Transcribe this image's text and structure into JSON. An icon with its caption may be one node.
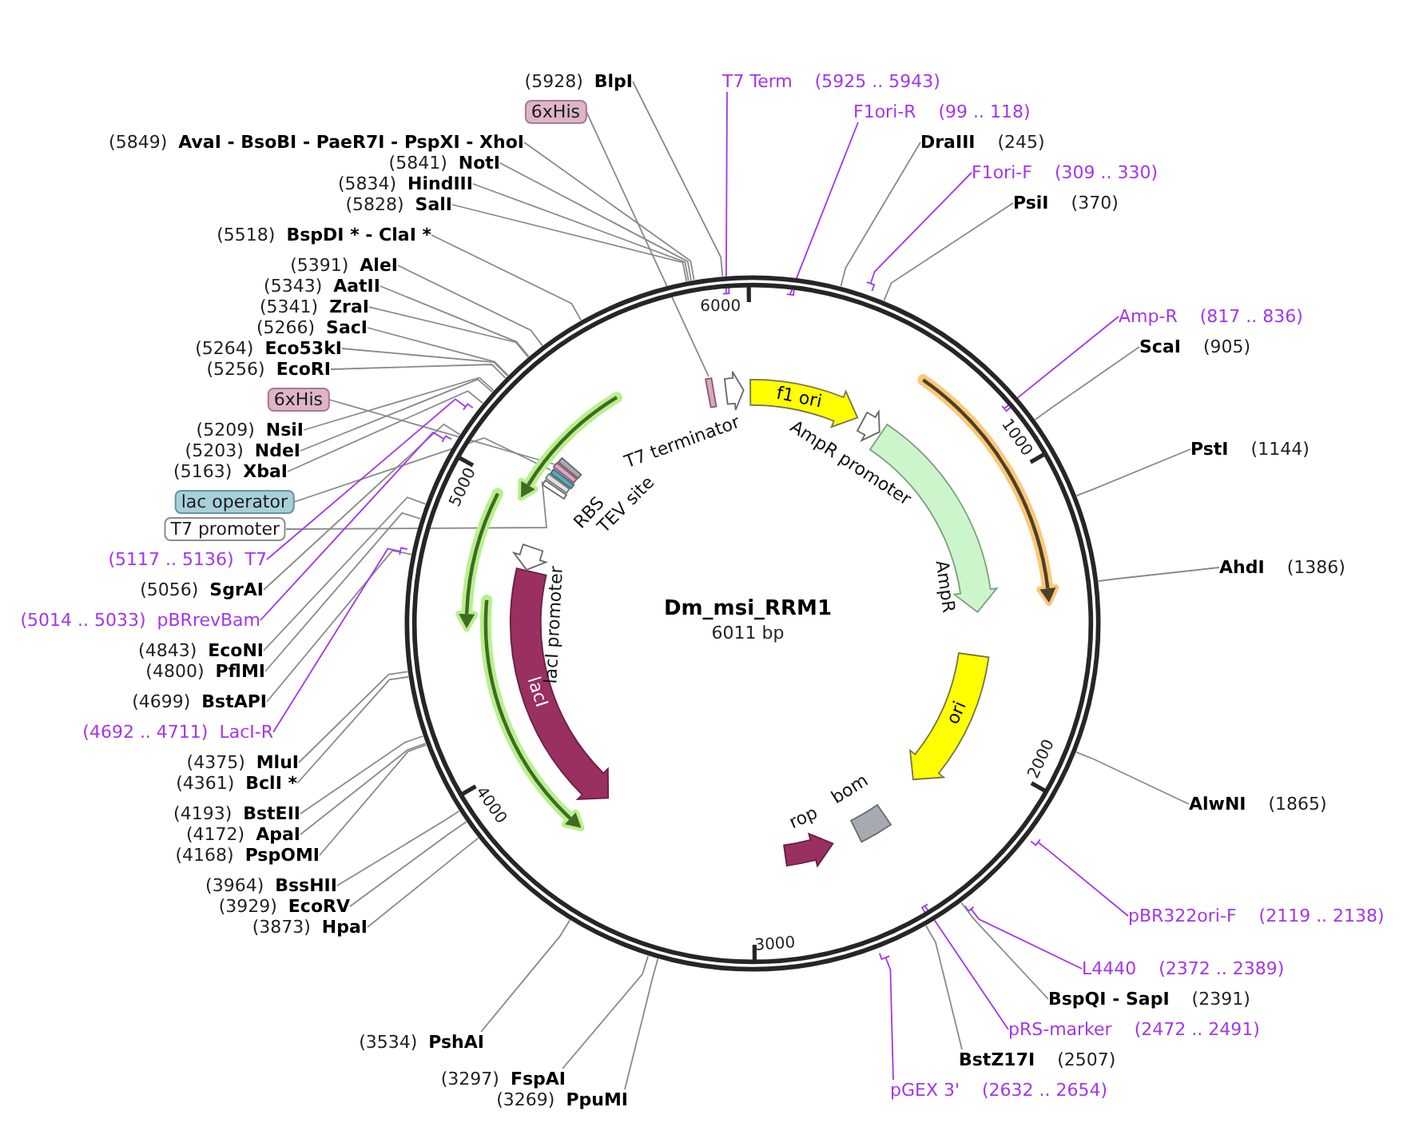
{
  "diagram": {
    "nodes": [
      {
        "text": [
          "Dm_msi_RRM1",
          "6011 bp"
        ]
      },
      {
        "text": [
          "f1 ori"
        ],
        "in": 0
      },
      {
        "text": [],
        "shape": "arrow",
        "beside": [
          "AmpR promoter"
        ],
        "in": 0
      },
      {
        "text": [],
        "shape": "arrow",
        "beside": [
          "AmpR"
        ],
        "in": 0
      },
      {
        "text": [
          "ori"
        ],
        "in": 0
      },
      {
        "text": [],
        "shape": "box",
        "beside": [
          "bom"
        ],
        "in": 0
      },
      {
        "text": [],
        "shape": "arrow",
        "beside": [
          "rop"
        ],
        "in": 0
      },
      {
        "text": [
          "lacI"
        ],
        "in": 0
      },
      {
        "text": [],
        "shape": "arrow",
        "beside": [
          "lacI promoter"
        ],
        "in": 0
      },
      {
        "text": [],
        "shape": "bar",
        "in": 0
      },
      {
        "text": [],
        "shape": "arrow",
        "beside": [
          "T7 terminator"
        ],
        "in": 0
      },
      {
        "text": [],
        "shape": "bar",
        "in": 0
      },
      {
        "text": [],
        "shape": "bar",
        "beside": [
          "TEV site"
        ],
        "in": 0
      },
      {
        "text": [],
        "shape": "bar",
        "beside": [
          "RBS"
        ],
        "in": 0
      },
      {
        "text": [],
        "shape": "bar",
        "in": 0
      },
      {
        "text": [],
        "shape": "bar",
        "in": 0
      },
      {
        "text": [
          "(5928)",
          "BlpI"
        ]
      },
      {
        "text": [
          "6xHis"
        ]
      },
      {
        "text": [
          "(5849)",
          "AvaI - BsoBI - PaeR7I - PspXI - XhoI"
        ]
      },
      {
        "text": [
          "(5841)",
          "NotI"
        ]
      },
      {
        "text": [
          "(5834)",
          "HindIII"
        ]
      },
      {
        "text": [
          "(5828)",
          "SalI"
        ]
      },
      {
        "text": [
          "(5518)",
          "BspDI * - ClaI *"
        ]
      },
      {
        "text": [
          "(5391)",
          "AleI"
        ]
      },
      {
        "text": [
          "(5343)",
          "AatII"
        ]
      },
      {
        "text": [
          "(5341)",
          "ZraI"
        ]
      },
      {
        "text": [
          "(5266)",
          "SacI"
        ]
      },
      {
        "text": [
          "(5264)",
          "Eco53kI"
        ]
      },
      {
        "text": [
          "(5256)",
          "EcoRI"
        ]
      },
      {
        "text": [
          "6xHis"
        ]
      },
      {
        "text": [
          "(5209)",
          "NsiI"
        ]
      },
      {
        "text": [
          "(5203)",
          "NdeI"
        ]
      },
      {
        "text": [
          "(5163)",
          "XbaI"
        ]
      },
      {
        "text": [
          "lac operator"
        ]
      },
      {
        "text": [
          "T7 promoter"
        ]
      },
      {
        "text": [
          "(5117 .. 5136)",
          "T7"
        ]
      },
      {
        "text": [
          "(5056)",
          "SgrAI"
        ]
      },
      {
        "text": [
          "(5014 .. 5033)",
          "pBRrevBam"
        ]
      },
      {
        "text": [
          "(4843)",
          "EcoNI"
        ]
      },
      {
        "text": [
          "(4800)",
          "PflMI"
        ]
      },
      {
        "text": [
          "(4699)",
          "BstAPI"
        ]
      },
      {
        "text": [
          "(4692 .. 4711)",
          "LacI-R"
        ]
      },
      {
        "text": [
          "(4375)",
          "MluI"
        ]
      },
      {
        "text": [
          "(4361)",
          "BclI *"
        ]
      },
      {
        "text": [
          "(4193)",
          "BstEII"
        ]
      },
      {
        "text": [
          "(4172)",
          "ApaI"
        ]
      },
      {
        "text": [
          "(4168)",
          "PspOMI"
        ]
      },
      {
        "text": [
          "(3964)",
          "BssHII"
        ]
      },
      {
        "text": [
          "(3929)",
          "EcoRV"
        ]
      },
      {
        "text": [
          "(3873)",
          "HpaI"
        ]
      },
      {
        "text": [
          "(3534)",
          "PshAI"
        ]
      },
      {
        "text": [
          "(3297)",
          "FspAI"
        ]
      },
      {
        "text": [
          "(3269)",
          "PpuMI"
        ]
      },
      {
        "text": [
          "T7 Term",
          "(5925 .. 5943)"
        ]
      },
      {
        "text": [
          "F1ori-R",
          "(99 .. 118)"
        ]
      },
      {
        "text": [
          "DraIII",
          "(245)"
        ]
      },
      {
        "text": [
          "F1ori-F",
          "(309 .. 330)"
        ]
      },
      {
        "text": [
          "PsiI",
          "(370)"
        ]
      },
      {
        "text": [
          "Amp-R",
          "(817 .. 836)"
        ]
      },
      {
        "text": [
          "ScaI",
          "(905)"
        ]
      },
      {
        "text": [
          "PstI",
          "(1144)"
        ]
      },
      {
        "text": [
          "AhdI",
          "(1386)"
        ]
      },
      {
        "text": [
          "AlwNI",
          "(1865)"
        ]
      },
      {
        "text": [
          "pBR322ori-F",
          "(2119 .. 2138)"
        ]
      },
      {
        "text": [
          "L4440",
          "(2372 .. 2389)"
        ]
      },
      {
        "text": [
          "BspQI - SapI",
          "(2391)"
        ]
      },
      {
        "text": [
          "pRS-marker",
          "(2472 .. 2491)"
        ]
      },
      {
        "text": [
          "BstZ17I",
          "(2507)"
        ]
      },
      {
        "text": [
          "pGEX 3'",
          "(2632 .. 2654)"
        ]
      }
    ],
    "edges": [
      {
        "from": 16,
        "to": 0,
        "arrow": "none"
      },
      {
        "from": 17,
        "to": 9,
        "arrow": "none"
      },
      {
        "from": 18,
        "to": 0,
        "arrow": "none"
      },
      {
        "from": 19,
        "to": 0,
        "arrow": "none"
      },
      {
        "from": 20,
        "to": 0,
        "arrow": "none"
      },
      {
        "from": 21,
        "to": 0,
        "arrow": "none"
      },
      {
        "from": 22,
        "to": 0,
        "arrow": "none"
      },
      {
        "from": 23,
        "to": 0,
        "arrow": "none"
      },
      {
        "from": 24,
        "to": 0,
        "arrow": "none"
      },
      {
        "from": 25,
        "to": 0,
        "arrow": "none"
      },
      {
        "from": 26,
        "to": 0,
        "arrow": "none"
      },
      {
        "from": 27,
        "to": 0,
        "arrow": "none"
      },
      {
        "from": 28,
        "to": 0,
        "arrow": "none"
      },
      {
        "from": 29,
        "to": 11,
        "arrow": "none"
      },
      {
        "from": 30,
        "to": 0,
        "arrow": "none"
      },
      {
        "from": 31,
        "to": 0,
        "arrow": "none"
      },
      {
        "from": 32,
        "to": 0,
        "arrow": "none"
      },
      {
        "from": 33,
        "to": 14,
        "arrow": "none"
      },
      {
        "from": 34,
        "to": 15,
        "arrow": "none"
      },
      {
        "from": 35,
        "to": 0,
        "arrow": "none",
        "color": "#a335ee"
      },
      {
        "from": 36,
        "to": 0,
        "arrow": "none"
      },
      {
        "from": 37,
        "to": 0,
        "arrow": "none",
        "color": "#a335ee"
      },
      {
        "from": 38,
        "to": 0,
        "arrow": "none"
      },
      {
        "from": 39,
        "to": 0,
        "arrow": "none"
      },
      {
        "from": 40,
        "to": 0,
        "arrow": "none"
      },
      {
        "from": 41,
        "to": 0,
        "arrow": "none",
        "color": "#a335ee"
      },
      {
        "from": 42,
        "to": 0,
        "arrow": "none"
      },
      {
        "from": 43,
        "to": 0,
        "arrow": "none"
      },
      {
        "from": 44,
        "to": 0,
        "arrow": "none"
      },
      {
        "from": 45,
        "to": 0,
        "arrow": "none"
      },
      {
        "from": 46,
        "to": 0,
        "arrow": "none"
      },
      {
        "from": 47,
        "to": 0,
        "arrow": "none"
      },
      {
        "from": 48,
        "to": 0,
        "arrow": "none"
      },
      {
        "from": 49,
        "to": 0,
        "arrow": "none"
      },
      {
        "from": 50,
        "to": 0,
        "arrow": "none"
      },
      {
        "from": 51,
        "to": 0,
        "arrow": "none"
      },
      {
        "from": 52,
        "to": 0,
        "arrow": "none"
      },
      {
        "from": 53,
        "to": 0,
        "arrow": "none",
        "color": "#a335ee"
      },
      {
        "from": 54,
        "to": 0,
        "arrow": "none",
        "color": "#a335ee"
      },
      {
        "from": 55,
        "to": 0,
        "arrow": "none"
      },
      {
        "from": 56,
        "to": 0,
        "arrow": "none",
        "color": "#a335ee"
      },
      {
        "from": 57,
        "to": 0,
        "arrow": "none"
      },
      {
        "from": 58,
        "to": 0,
        "arrow": "none",
        "color": "#a335ee"
      },
      {
        "from": 59,
        "to": 0,
        "arrow": "none"
      },
      {
        "from": 60,
        "to": 0,
        "arrow": "none"
      },
      {
        "from": 61,
        "to": 0,
        "arrow": "none"
      },
      {
        "from": 62,
        "to": 0,
        "arrow": "none"
      },
      {
        "from": 63,
        "to": 0,
        "arrow": "none",
        "color": "#a335ee"
      },
      {
        "from": 64,
        "to": 0,
        "arrow": "none",
        "color": "#a335ee"
      },
      {
        "from": 65,
        "to": 0,
        "arrow": "none"
      },
      {
        "from": 66,
        "to": 0,
        "arrow": "none",
        "color": "#a335ee"
      },
      {
        "from": 67,
        "to": 0,
        "arrow": "none"
      },
      {
        "from": 68,
        "to": 0,
        "arrow": "none",
        "color": "#a335ee"
      }
    ],
    "labels": [
      "6000",
      "1000",
      "5000",
      "2000",
      "4000",
      "3000"
    ]
  }
}
